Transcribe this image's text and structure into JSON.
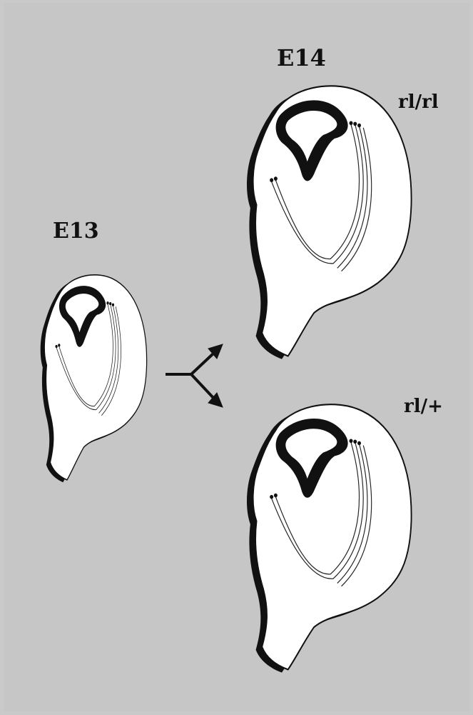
{
  "figure": {
    "labels": {
      "e13": "E13",
      "e14": "E14",
      "rl_rl": "rl/rl",
      "rl_plus": "rl/+"
    },
    "colors": {
      "background": "#c6c6c6",
      "section_fill": "#ffffff",
      "outline": "#111111"
    },
    "icons": [
      "branching-arrow-icon"
    ]
  }
}
